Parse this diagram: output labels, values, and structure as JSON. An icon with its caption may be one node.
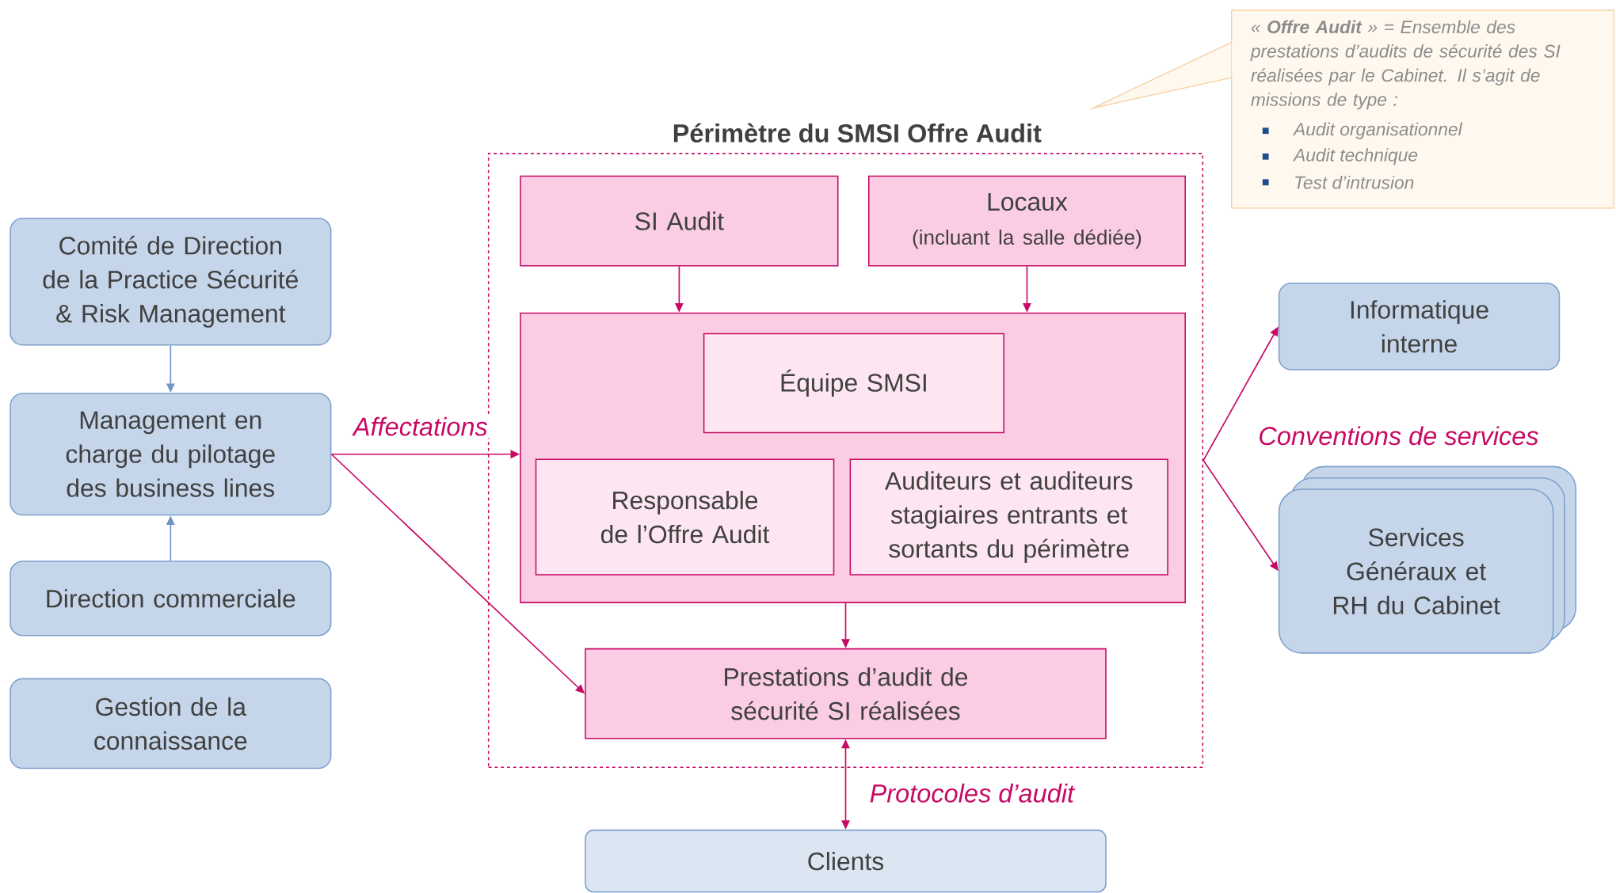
{
  "diagram": {
    "nodes": [
      {
        "text": [
          "Comité de Direction de la Practice Sécurité & Risk Management"
        ]
      },
      {
        "text": [
          "Management en charge du pilotage des business lines"
        ]
      },
      {
        "text": [
          "Direction commerciale"
        ]
      },
      {
        "text": [
          "Gestion de la connaissance"
        ]
      },
      {
        "text": [
          "Périmètre du SMSI Offre Audit"
        ]
      },
      {
        "text": [
          "SI Audit"
        ],
        "in": 4
      },
      {
        "text": [
          "Locaux",
          "(incluant la salle dédiée)"
        ],
        "in": 4
      },
      {
        "text": [],
        "shape": "box",
        "in": 4
      },
      {
        "text": [
          "Équipe SMSI"
        ],
        "in": 7
      },
      {
        "text": [
          "Responsable de l’Offre Audit"
        ],
        "in": 7
      },
      {
        "text": [
          "Auditeurs et auditeurs stagiaires entrants et sortants du périmètre"
        ],
        "in": 7
      },
      {
        "text": [
          "Prestations d’audit de sécurité SI réalisées"
        ],
        "in": 4
      },
      {
        "text": [
          "Clients"
        ]
      },
      {
        "text": [
          "Informatique interne"
        ]
      },
      {
        "text": [
          "Services Généraux et RH du Cabinet"
        ]
      },
      {
        "text": [
          "« **Offre Audit** » = Ensemble des prestations d’audits de sécurité des SI réalisées par le Cabinet. Il s’agit de missions de type :",
          "Audit organisationnel",
          "Audit technique",
          "Test d’intrusion"
        ]
      }
    ],
    "edges": [
      {
        "from": 0,
        "to": 1,
        "arrow": "to",
        "color": "#6f94c6"
      },
      {
        "from": 2,
        "to": 1,
        "arrow": "to",
        "color": "#6f94c6"
      },
      {
        "from": 1,
        "to": 7,
        "arrow": "to",
        "label": "Affectations"
      },
      {
        "from": 1,
        "to": 11,
        "arrow": "to"
      },
      {
        "from": 5,
        "to": 7,
        "arrow": "to"
      },
      {
        "from": 6,
        "to": 7,
        "arrow": "to"
      },
      {
        "from": 7,
        "to": 11,
        "arrow": "to"
      },
      {
        "from": 11,
        "to": 12,
        "arrow": "both",
        "label": "Protocoles d’audit"
      },
      {
        "from": 4,
        "to": 13,
        "arrow": "to",
        "label": "Conventions de services"
      },
      {
        "from": 4,
        "to": 14,
        "arrow": "to"
      }
    ]
  }
}
